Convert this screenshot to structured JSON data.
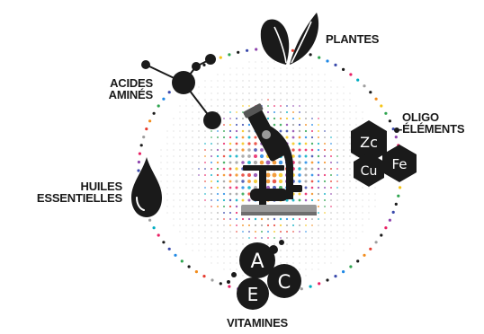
{
  "labels": {
    "plantes": "PLANTES",
    "acides_line1": "ACIDES",
    "acides_line2": "AMINÉS",
    "oligo_line1": "OLIGO",
    "oligo_line2": "-ÉLÉMENTS",
    "huiles_line1": "HUILES",
    "huiles_line2": "ESSENTIELLES",
    "vitamines": "VITAMINES"
  },
  "elements": {
    "zinc": "Zc",
    "copper": "Cu",
    "iron": "Fe"
  },
  "vitamins": {
    "a": "A",
    "e": "E",
    "c": "C"
  },
  "colors": {
    "ink": "#1a1a1a",
    "palette": [
      "#e63b2e",
      "#f28c1b",
      "#f5c518",
      "#2ea44f",
      "#1e88e5",
      "#3949ab",
      "#8e44ad",
      "#e91e63",
      "#00acc1",
      "#9e9e9e"
    ]
  }
}
